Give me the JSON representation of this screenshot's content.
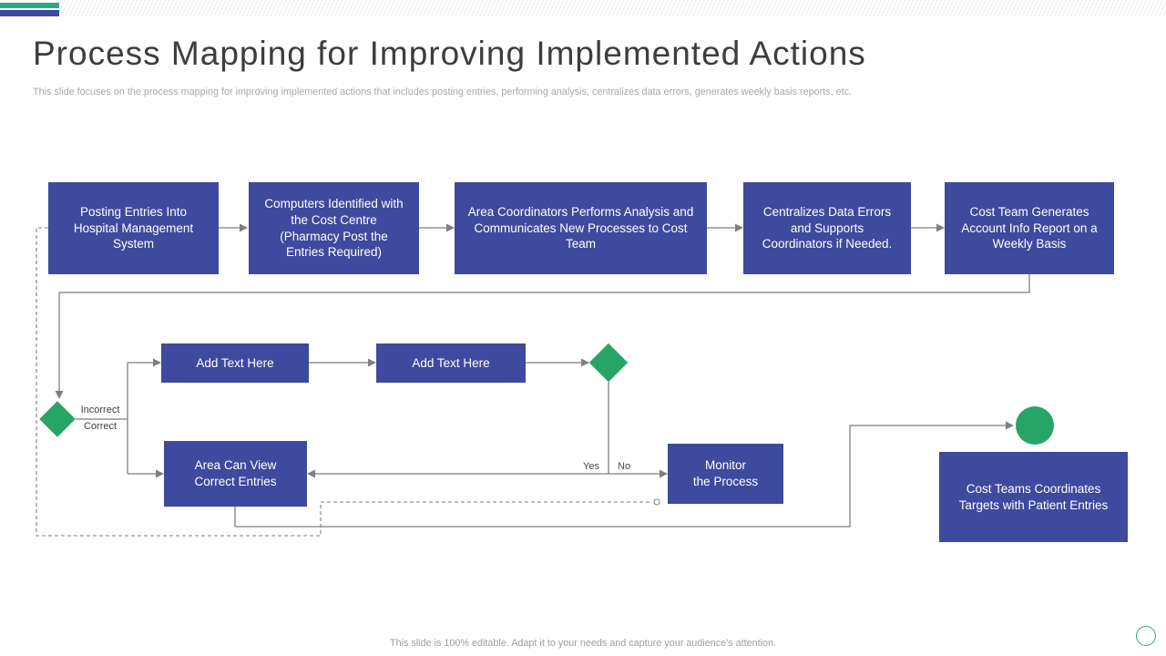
{
  "slide": {
    "title": "Process Mapping for Improving Implemented Actions",
    "subtitle": "This slide focuses on the process mapping for improving implemented actions that includes posting entries, performing analysis, centralizes data errors, generates weekly basis reports, etc.",
    "footer": "This slide is 100% editable. Adapt it to your needs and capture your audience's attention."
  },
  "colors": {
    "box_blue": "#3e4a9d",
    "shape_green": "#27a567",
    "accent_teal": "#2fa88b",
    "connector_gray": "#7f7f7f"
  },
  "flow": {
    "top_row": [
      {
        "label": "Posting Entries Into Hospital Management System"
      },
      {
        "label": "Computers Identified with the Cost Centre (Pharmacy Post the Entries Required)"
      },
      {
        "label": "Area Coordinators Performs Analysis and Communicates New Processes to Cost Team"
      },
      {
        "label": "Centralizes Data Errors and Supports Coordinators if Needed."
      },
      {
        "label": "Cost Team Generates Account Info Report on a Weekly Basis"
      }
    ],
    "labels": {
      "incorrect": "Incorrect",
      "correct": "Correct",
      "yes": "Yes",
      "no": "No"
    },
    "boxes": {
      "add_text_1": "Add Text Here",
      "add_text_2": "Add Text Here",
      "area_view": "Area Can View Correct Entries",
      "monitor_line1": "Monitor",
      "monitor_line2": "the Process",
      "cost_teams": "Cost Teams Coordinates Targets with Patient Entries"
    }
  }
}
